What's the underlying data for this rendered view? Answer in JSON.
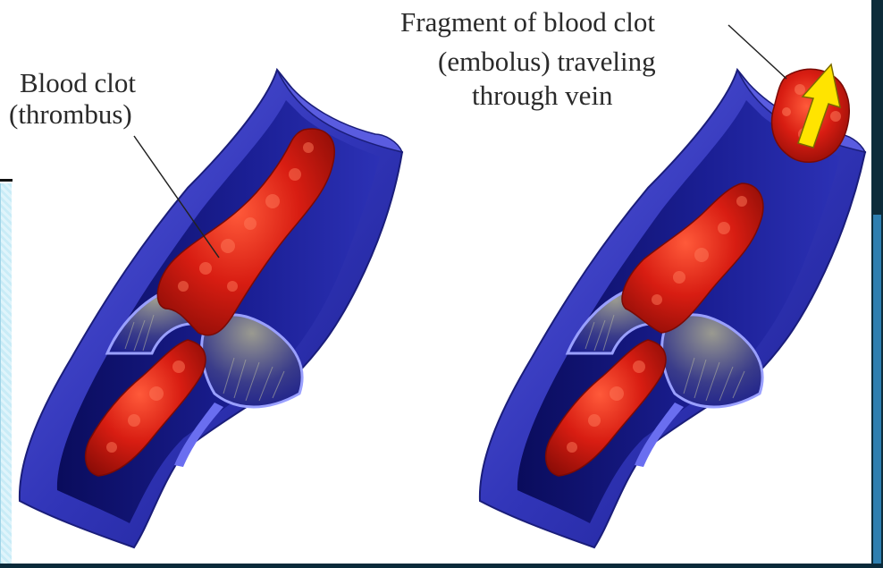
{
  "labels": {
    "thrombus": [
      "Blood clot",
      "(thrombus)"
    ],
    "embolus": [
      "Fragment of blood clot",
      "(embolus) traveling",
      "through vein"
    ]
  },
  "colors": {
    "vein_outer": "#4547c9",
    "vein_dark": "#0d0f7a",
    "valve": "#2f34b8",
    "clot": "#d81d12",
    "clot_highlight": "#ff7a5a",
    "arrow": "#ffe400",
    "text": "#2a2a2a"
  },
  "icons": {
    "arrow": "yellow-arrow-icon"
  }
}
